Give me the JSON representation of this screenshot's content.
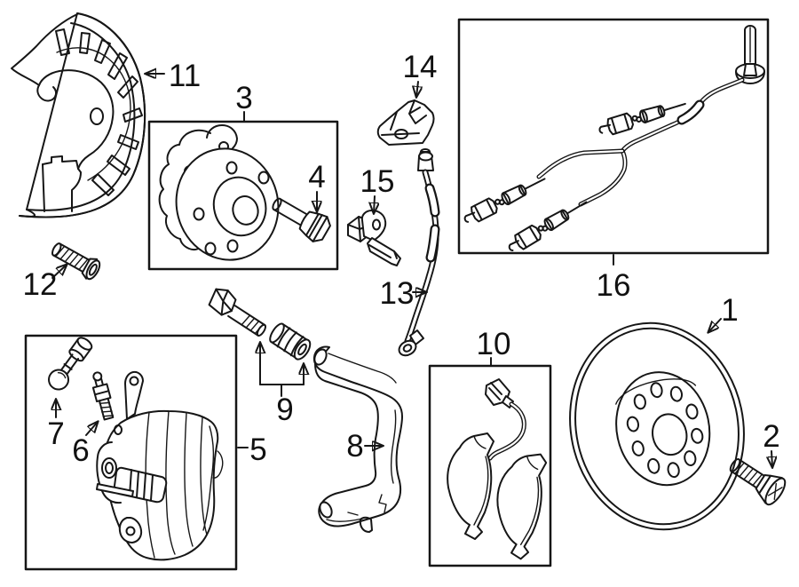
{
  "diagram": {
    "type": "exploded-parts-diagram",
    "subject": "Front disc brake components",
    "background_color": "#ffffff",
    "line_color": "#161616",
    "callouts": [
      {
        "label": "1",
        "part": "brake-rotor"
      },
      {
        "label": "2",
        "part": "wheel-stud-bolt"
      },
      {
        "label": "3",
        "part": "hub-bearing-assembly",
        "boxed": true
      },
      {
        "label": "4",
        "part": "hub-bolt"
      },
      {
        "label": "5",
        "part": "brake-caliper",
        "boxed": true
      },
      {
        "label": "6",
        "part": "bleeder-screw"
      },
      {
        "label": "7",
        "part": "banjo-bolt"
      },
      {
        "label": "8",
        "part": "caliper-mount-bracket"
      },
      {
        "label": "9",
        "part": "guide-pin-and-bushing"
      },
      {
        "label": "10",
        "part": "brake-pad-set",
        "boxed": true
      },
      {
        "label": "11",
        "part": "splash-shield"
      },
      {
        "label": "12",
        "part": "shield-screw"
      },
      {
        "label": "13",
        "part": "brake-hose"
      },
      {
        "label": "14",
        "part": "hose-bracket"
      },
      {
        "label": "15",
        "part": "abs-speed-sensor"
      },
      {
        "label": "16",
        "part": "sensor-wire-harness",
        "boxed": true
      }
    ]
  }
}
